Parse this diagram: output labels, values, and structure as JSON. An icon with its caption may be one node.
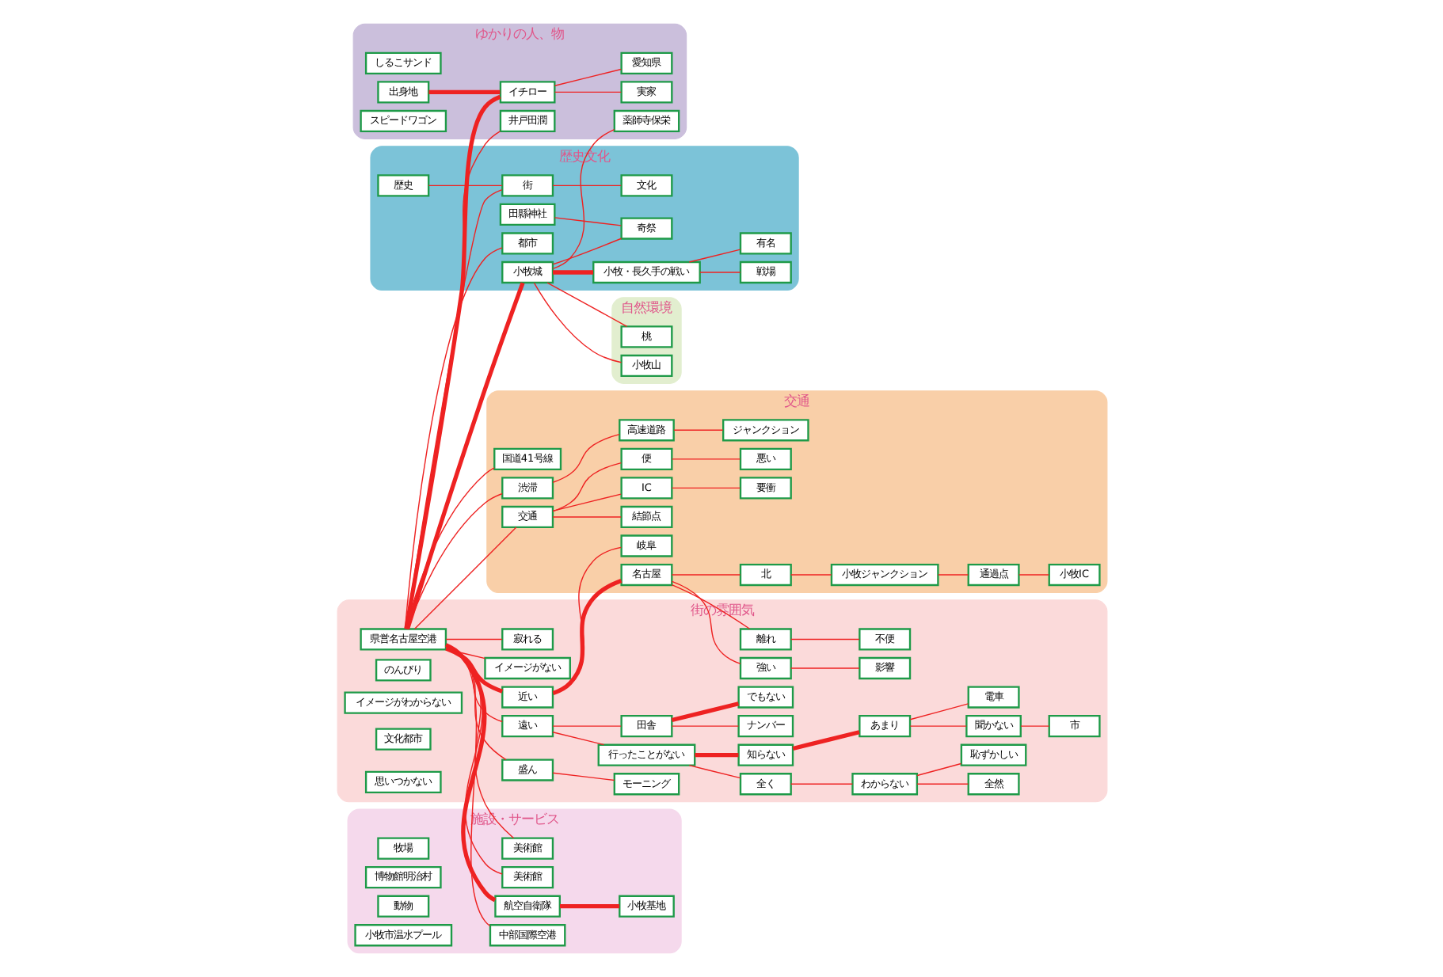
{
  "diagram": {
    "nodes": [
      {
        "text": [
          "ゆかりの人、物"
        ]
      },
      {
        "text": [
          "しるこサンド"
        ],
        "in": 0
      },
      {
        "text": [
          "出身地"
        ],
        "in": 0
      },
      {
        "text": [
          "実家"
        ],
        "in": 0
      },
      {
        "text": [
          "井戸田潤"
        ],
        "in": 0
      },
      {
        "text": [
          "薬師寺保栄"
        ],
        "in": 0
      },
      {
        "text": [
          "イチロー"
        ],
        "in": 0
      },
      {
        "text": [
          "スピードワゴン"
        ],
        "in": 0
      },
      {
        "text": [
          "愛知県"
        ],
        "in": 0
      },
      {
        "text": [
          "施設・サービス"
        ]
      },
      {
        "text": [
          "牧場"
        ],
        "in": 9
      },
      {
        "text": [
          "博物館明治村"
        ],
        "in": 9
      },
      {
        "text": [
          "動物"
        ],
        "in": 9
      },
      {
        "text": [
          "小牧市温水プール"
        ],
        "in": 9
      },
      {
        "text": [
          "美術館"
        ],
        "in": 9
      },
      {
        "text": [
          "美術館"
        ],
        "in": 9
      },
      {
        "text": [
          "航空自衛隊"
        ],
        "in": 9
      },
      {
        "text": [
          "小牧基地"
        ],
        "in": 9
      },
      {
        "text": [
          "中部国際空港"
        ],
        "in": 9
      },
      {
        "text": [
          "自然環境"
        ]
      },
      {
        "text": [
          "桃"
        ],
        "in": 19
      },
      {
        "text": [
          "小牧山"
        ],
        "in": 19
      },
      {
        "text": [
          "歴史文化"
        ]
      },
      {
        "text": [
          "田縣神社"
        ],
        "in": 22
      },
      {
        "text": [
          "奇祭"
        ],
        "in": 22
      },
      {
        "text": [
          "小牧・長久手の戦い"
        ],
        "in": 22
      },
      {
        "text": [
          "小牧城"
        ],
        "in": 22
      },
      {
        "text": [
          "戦場"
        ],
        "in": 22
      },
      {
        "text": [
          "有名"
        ],
        "in": 22
      },
      {
        "text": [
          "歴史"
        ],
        "in": 22
      },
      {
        "text": [
          "街"
        ],
        "in": 22
      },
      {
        "text": [
          "文化"
        ],
        "in": 22
      },
      {
        "text": [
          "都市"
        ],
        "in": 22
      },
      {
        "text": [
          "交通"
        ]
      },
      {
        "text": [
          "国道41号線"
        ],
        "in": 33
      },
      {
        "text": [
          "渋滞"
        ],
        "in": 33
      },
      {
        "text": [
          "高速道路"
        ],
        "in": 33
      },
      {
        "text": [
          "ジャンクション"
        ],
        "in": 33
      },
      {
        "text": [
          "結節点"
        ],
        "in": 33
      },
      {
        "text": [
          "交通"
        ],
        "in": 33
      },
      {
        "text": [
          "IC"
        ],
        "in": 33
      },
      {
        "text": [
          "要衝"
        ],
        "in": 33
      },
      {
        "text": [
          "便"
        ],
        "in": 33
      },
      {
        "text": [
          "悪い"
        ],
        "in": 33
      },
      {
        "text": [
          "岐阜"
        ],
        "in": 33
      },
      {
        "text": [
          "名古屋"
        ],
        "in": 33
      },
      {
        "text": [
          "北"
        ],
        "in": 33
      },
      {
        "text": [
          "小牧ジャンクション"
        ],
        "in": 33
      },
      {
        "text": [
          "通過点"
        ],
        "in": 33
      },
      {
        "text": [
          "小牧IC"
        ],
        "in": 33
      },
      {
        "text": [
          "街の雰囲気"
        ]
      },
      {
        "text": [
          "寂れる"
        ],
        "in": 50
      },
      {
        "text": [
          "県営名古屋空港"
        ],
        "in": 50
      },
      {
        "text": [
          "近い"
        ],
        "in": 50
      },
      {
        "text": [
          "盛ん"
        ],
        "in": 50
      },
      {
        "text": [
          "のんびり"
        ],
        "in": 50
      },
      {
        "text": [
          "モーニング"
        ],
        "in": 50
      },
      {
        "text": [
          "遠い"
        ],
        "in": 50
      },
      {
        "text": [
          "田舎"
        ],
        "in": 50
      },
      {
        "text": [
          "イメージがわからない"
        ],
        "in": 50
      },
      {
        "text": [
          "ナンバー"
        ],
        "in": 50
      },
      {
        "text": [
          "離れ"
        ],
        "in": 50
      },
      {
        "text": [
          "強い"
        ],
        "in": 50
      },
      {
        "text": [
          "影響"
        ],
        "in": 50
      },
      {
        "text": [
          "文化都市"
        ],
        "in": 50
      },
      {
        "text": [
          "イメージがない"
        ],
        "in": 50
      },
      {
        "text": [
          "でもない"
        ],
        "in": 50
      },
      {
        "text": [
          "不便"
        ],
        "in": 50
      },
      {
        "text": [
          "思いつかない"
        ],
        "in": 50
      },
      {
        "text": [
          "行ったことがない"
        ],
        "in": 50
      },
      {
        "text": [
          "全く"
        ],
        "in": 50
      },
      {
        "text": [
          "知らない"
        ],
        "in": 50
      },
      {
        "text": [
          "わからない"
        ],
        "in": 50
      },
      {
        "text": [
          "あまり"
        ],
        "in": 50
      },
      {
        "text": [
          "全然"
        ],
        "in": 50
      },
      {
        "text": [
          "恥ずかしい"
        ],
        "in": 50
      },
      {
        "text": [
          "聞かない"
        ],
        "in": 50
      },
      {
        "text": [
          "電車"
        ],
        "in": 50
      },
      {
        "text": [
          "市"
        ],
        "in": 50
      }
    ],
    "edges": [
      {
        "from": 52,
        "to": 26,
        "arrow": "none",
        "style": "thick"
      },
      {
        "from": 52,
        "to": 6,
        "arrow": "none",
        "style": "thick"
      },
      {
        "from": 2,
        "to": 6,
        "arrow": "none",
        "style": "thick"
      },
      {
        "from": 6,
        "to": 3,
        "arrow": "none"
      },
      {
        "from": 6,
        "to": 8,
        "arrow": "none"
      },
      {
        "from": 52,
        "to": 4,
        "arrow": "none"
      },
      {
        "from": 52,
        "to": 14,
        "arrow": "none"
      },
      {
        "from": 52,
        "to": 15,
        "arrow": "none"
      },
      {
        "from": 52,
        "to": 16,
        "arrow": "none",
        "style": "thick"
      },
      {
        "from": 16,
        "to": 17,
        "arrow": "none",
        "style": "thick"
      },
      {
        "from": 52,
        "to": 18,
        "arrow": "none"
      },
      {
        "from": 52,
        "to": 34,
        "arrow": "none"
      },
      {
        "from": 52,
        "to": 35,
        "arrow": "none"
      },
      {
        "from": 52,
        "to": 39,
        "arrow": "none"
      },
      {
        "from": 52,
        "to": 53,
        "arrow": "none",
        "style": "thick"
      },
      {
        "from": 52,
        "to": 51,
        "arrow": "none"
      },
      {
        "from": 52,
        "to": 30,
        "arrow": "none"
      },
      {
        "from": 52,
        "to": 32,
        "arrow": "none"
      },
      {
        "from": 52,
        "to": 54,
        "arrow": "none"
      },
      {
        "from": 52,
        "to": 65,
        "arrow": "none"
      },
      {
        "from": 52,
        "to": 57,
        "arrow": "none"
      },
      {
        "from": 26,
        "to": 5,
        "arrow": "none"
      },
      {
        "from": 26,
        "to": 20,
        "arrow": "none"
      },
      {
        "from": 26,
        "to": 21,
        "arrow": "none"
      },
      {
        "from": 26,
        "to": 24,
        "arrow": "none"
      },
      {
        "from": 26,
        "to": 25,
        "arrow": "none",
        "style": "thick"
      },
      {
        "from": 23,
        "to": 24,
        "arrow": "none"
      },
      {
        "from": 25,
        "to": 27,
        "arrow": "none"
      },
      {
        "from": 25,
        "to": 28,
        "arrow": "none"
      },
      {
        "from": 29,
        "to": 30,
        "arrow": "none"
      },
      {
        "from": 30,
        "to": 31,
        "arrow": "none"
      },
      {
        "from": 54,
        "to": 56,
        "arrow": "none"
      },
      {
        "from": 35,
        "to": 36,
        "arrow": "none"
      },
      {
        "from": 36,
        "to": 37,
        "arrow": "none"
      },
      {
        "from": 39,
        "to": 38,
        "arrow": "none"
      },
      {
        "from": 39,
        "to": 40,
        "arrow": "none"
      },
      {
        "from": 40,
        "to": 41,
        "arrow": "none"
      },
      {
        "from": 39,
        "to": 42,
        "arrow": "none"
      },
      {
        "from": 42,
        "to": 43,
        "arrow": "none"
      },
      {
        "from": 53,
        "to": 45,
        "arrow": "none",
        "style": "thick"
      },
      {
        "from": 53,
        "to": 44,
        "arrow": "none"
      },
      {
        "from": 45,
        "to": 46,
        "arrow": "none"
      },
      {
        "from": 46,
        "to": 47,
        "arrow": "none"
      },
      {
        "from": 47,
        "to": 48,
        "arrow": "none"
      },
      {
        "from": 48,
        "to": 49,
        "arrow": "none"
      },
      {
        "from": 45,
        "to": 61,
        "arrow": "none"
      },
      {
        "from": 61,
        "to": 67,
        "arrow": "none"
      },
      {
        "from": 45,
        "to": 62,
        "arrow": "none"
      },
      {
        "from": 62,
        "to": 63,
        "arrow": "none"
      },
      {
        "from": 57,
        "to": 58,
        "arrow": "none"
      },
      {
        "from": 57,
        "to": 69,
        "arrow": "none"
      },
      {
        "from": 58,
        "to": 66,
        "arrow": "none",
        "style": "thick"
      },
      {
        "from": 58,
        "to": 60,
        "arrow": "none"
      },
      {
        "from": 69,
        "to": 71,
        "arrow": "none",
        "style": "thick"
      },
      {
        "from": 71,
        "to": 73,
        "arrow": "none",
        "style": "thick"
      },
      {
        "from": 73,
        "to": 76,
        "arrow": "none"
      },
      {
        "from": 73,
        "to": 77,
        "arrow": "none"
      },
      {
        "from": 76,
        "to": 78,
        "arrow": "none"
      },
      {
        "from": 69,
        "to": 70,
        "arrow": "none"
      },
      {
        "from": 70,
        "to": 72,
        "arrow": "none"
      },
      {
        "from": 72,
        "to": 74,
        "arrow": "none"
      },
      {
        "from": 72,
        "to": 75,
        "arrow": "none"
      }
    ]
  }
}
